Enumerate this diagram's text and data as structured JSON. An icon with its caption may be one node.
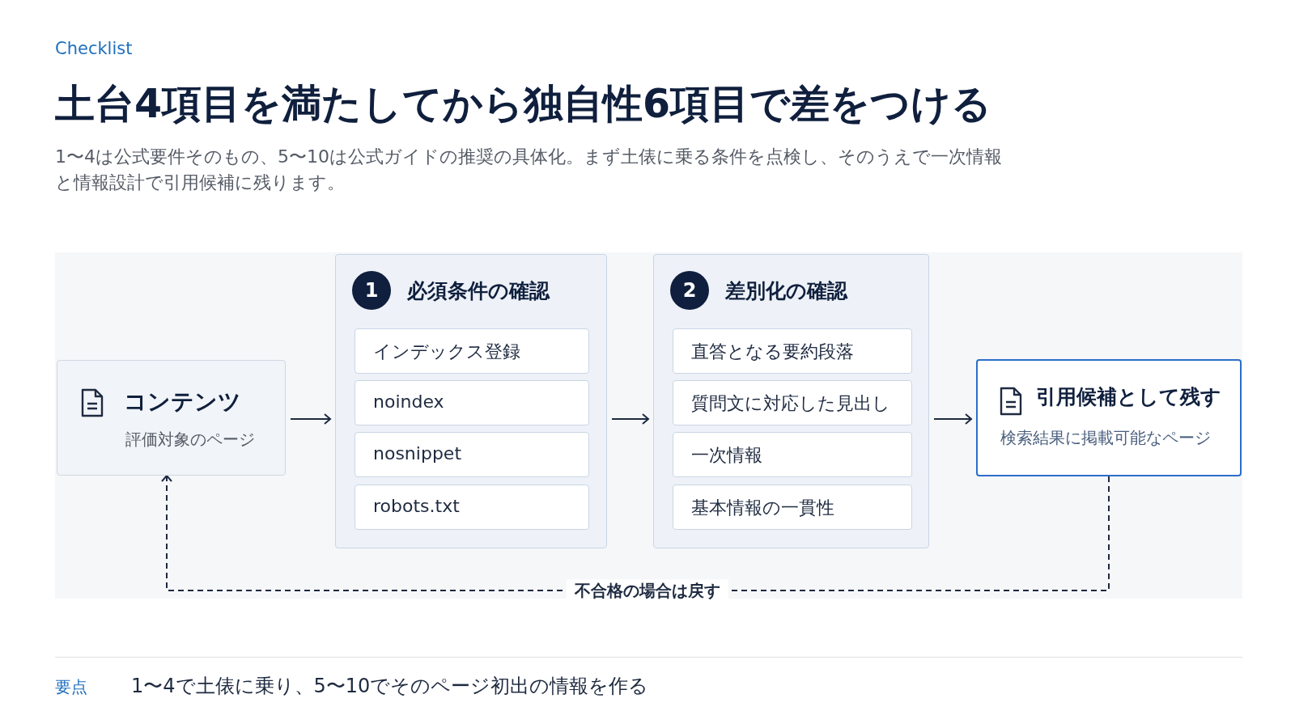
{
  "diagram": {
    "title": "土台4項目を満たしてから独自性6項目で差をつける",
    "nodes": [
      {
        "text": [
          "コンテンツ",
          "評価対象のページ"
        ]
      },
      {
        "text": [
          "1",
          "必須条件の確認"
        ]
      },
      {
        "text": [
          "インデックス登録"
        ],
        "in": 1
      },
      {
        "text": [
          "noindex"
        ],
        "in": 1
      },
      {
        "text": [
          "nosnippet"
        ],
        "in": 1
      },
      {
        "text": [
          "robots.txt"
        ],
        "in": 1
      },
      {
        "text": [
          "2",
          "差別化の確認"
        ]
      },
      {
        "text": [
          "直答となる要約段落"
        ],
        "in": 6
      },
      {
        "text": [
          "質問文に対応した見出し"
        ],
        "in": 6
      },
      {
        "text": [
          "一次情報"
        ],
        "in": 6
      },
      {
        "text": [
          "基本情報の一貫性"
        ],
        "in": 6
      },
      {
        "text": [
          "引用候補として残す",
          "検索結果に掲載可能なページ"
        ]
      }
    ],
    "edges": [
      {
        "from": 0,
        "to": 1,
        "arrow": "to"
      },
      {
        "from": 1,
        "to": 6,
        "arrow": "to"
      },
      {
        "from": 6,
        "to": 11,
        "arrow": "to"
      },
      {
        "from": 11,
        "to": 0,
        "arrow": "to",
        "style": "dashed",
        "label": "不合格の場合は戻す"
      }
    ],
    "labels": [
      "Checklist",
      "1〜4は公式要件そのもの、5〜10は公式ガイドの推奨の具体化。まず土俵に乗る条件を点検し、そのうえで一次情報と情報設計で引用候補に残ります。",
      "要点",
      "1〜4で土俵に乗り、5〜10でそのページ初出の情報を作る"
    ]
  }
}
